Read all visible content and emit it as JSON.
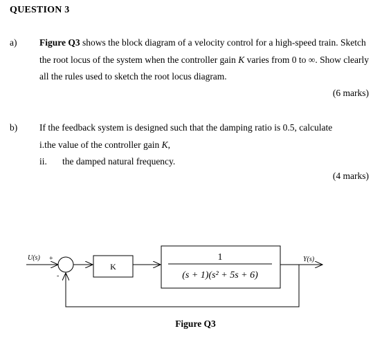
{
  "heading": "QUESTION 3",
  "part_a": {
    "label": "a)",
    "fig_ref": "Figure Q3",
    "line1_rest": " shows the block diagram of a velocity control for a high-speed train. Sketch",
    "line2_pre": "the root locus of the system when the controller gain ",
    "gain_symbol": "K",
    "line2_post": " varies from 0 to ∞. Show clearly",
    "line3": "all the rules used to sketch the root locus diagram.",
    "marks": "(6 marks)"
  },
  "part_b": {
    "label": "b)",
    "line1": "If the feedback system is designed such that the damping ratio is 0.5, calculate",
    "item_i_label": "i.",
    "item_i_pre": "the value of the controller gain ",
    "item_i_symbol": "K",
    "item_i_post": ",",
    "item_ii_label": "ii.",
    "item_ii_text": "the damped natural frequency.",
    "marks": "(4  marks)"
  },
  "diagram": {
    "input_label": "U(s)",
    "output_label": "Y(s)",
    "plus_sign": "+",
    "minus_sign": "-",
    "controller_label": "K",
    "tf_numerator": "1",
    "tf_denominator": "(s + 1)(s² + 5s + 6)",
    "caption": "Figure Q3"
  }
}
